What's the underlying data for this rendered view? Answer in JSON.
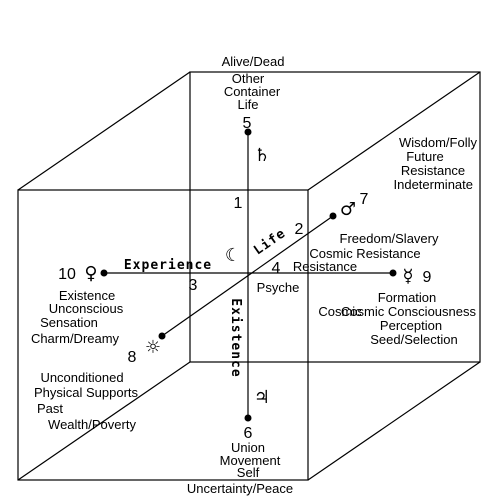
{
  "top": {
    "alive_dead": "Alive/Dead",
    "other": "Other",
    "container": "Container",
    "life": "Life",
    "num": "5",
    "symbol": "♄"
  },
  "upper_right": {
    "wisdom_folly": "Wisdom/Folly",
    "future": "Future",
    "resistance": "Resistance",
    "indeterminate": "Indeterminate",
    "num": "7",
    "symbol": "♂"
  },
  "center": {
    "n1": "1",
    "n2": "2",
    "n3": "3",
    "n4": "4",
    "moon": "☾",
    "axis_life": "Life",
    "axis_experience": "Experience",
    "axis_existence": "Existence",
    "psyche": "Psyche"
  },
  "middle_right": {
    "freedom_slavery": "Freedom/Slavery",
    "cosmic_resistance": "Cosmic Resistance",
    "resistance": "Resistance",
    "symbol": "☿",
    "num": "9",
    "cosmic": "Cosmic"
  },
  "right_lower": {
    "formation": "Formation",
    "cosmic_consciousness": "Cosmic  Consciousness",
    "perception": "Perception",
    "seed_selection": "Seed/Selection"
  },
  "left": {
    "num": "10",
    "symbol": "♀",
    "existence": "Existence",
    "unconscious": "Unconscious",
    "sensation": "Sensation",
    "charm_dreamy": "Charm/Dreamy"
  },
  "lower_left": {
    "symbol": "☼",
    "num": "8",
    "unconditioned": "Unconditioned",
    "physical_supports": "Physical Supports",
    "past": "Past",
    "wealth_poverty": "Wealth/Poverty"
  },
  "bottom": {
    "symbol": "♃",
    "num": "6",
    "union": "Union",
    "movement": "Movement",
    "self": "Self",
    "uncertainty_peace": "Uncertainty/Peace"
  }
}
